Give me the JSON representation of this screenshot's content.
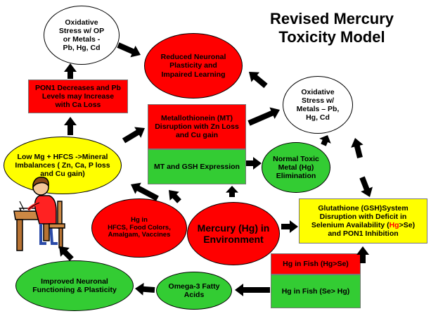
{
  "title": {
    "line1": "Revised Mercury",
    "line2": "Toxicity Model"
  },
  "nodes": {
    "oxidative_top": {
      "lines": [
        "Oxidative",
        "Stress w/ OP",
        "or  Metals -",
        "Pb, Hg, Cd"
      ],
      "color": "#ffffff"
    },
    "reduced_plasticity": {
      "lines": [
        "Reduced Neuronal",
        "Plasticity and",
        "Impaired Learning"
      ],
      "color": "#ff0000"
    },
    "pon1_decreases": {
      "lines": [
        "PON1 Decreases and Pb",
        "Levels may  Increase",
        "with Ca Loss"
      ],
      "color": "#ff0000"
    },
    "oxidative_right": {
      "lines": [
        "Oxidative",
        "Stress w/",
        "Metals – Pb,",
        "Hg, Cd"
      ],
      "color": "#ffffff"
    },
    "metallothionein": {
      "lines": [
        "Metallothionein (MT)",
        "Disruption with Zn Loss",
        "and Cu gain"
      ],
      "color": "#ff0000"
    },
    "mt_gsh": {
      "lines": [
        "MT and GSH Expression"
      ],
      "color": "#33cc33"
    },
    "low_mg": {
      "lines": [
        "Low Mg + HFCS ->Mineral",
        "Imbalances  ( Zn, Ca, P loss",
        "and Cu gain)"
      ],
      "color": "#ffff00"
    },
    "normal_toxic": {
      "lines": [
        "Normal Toxic",
        "Metal (Hg)",
        "Elimination"
      ],
      "color": "#33cc33"
    },
    "glutathione": {
      "line1": "Glutathione (GSH)System",
      "line2": "Disruption with Deficit in",
      "line3_pre": "Selenium Availability (",
      "line3_hg": "Hg",
      "line3_post": ">Se)",
      "line4": "and PON1 Inhibition",
      "color": "#ffff00",
      "hg_color": "#ff0000"
    },
    "hg_sources": {
      "lines": [
        "Hg  in",
        "HFCS, Food Colors,",
        "Amalgam, Vaccines"
      ],
      "color": "#ff0000"
    },
    "mercury_env": {
      "lines": [
        "Mercury (Hg) in",
        "Environment"
      ],
      "color": "#ff0000"
    },
    "hg_fish_bad": {
      "lines": [
        "Hg in Fish (Hg>Se)"
      ],
      "color": "#ff0000"
    },
    "hg_fish_good": {
      "lines": [
        "Hg in Fish  (Se> Hg)"
      ],
      "color": "#33cc33"
    },
    "improved_neuronal": {
      "lines": [
        "Improved Neuronal",
        "Functioning & Plasticity"
      ],
      "color": "#33cc33"
    },
    "omega3": {
      "lines": [
        "Omega-3 Fatty",
        "Acids"
      ],
      "color": "#33cc33"
    }
  },
  "icons": [
    "student-at-desk-icon"
  ]
}
